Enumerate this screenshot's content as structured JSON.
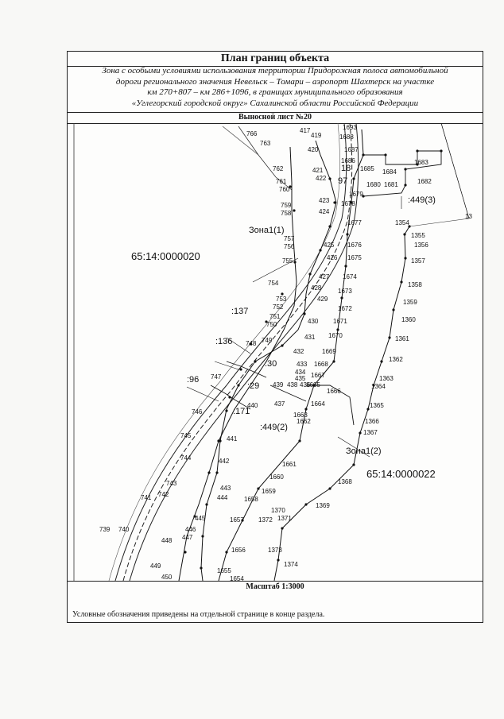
{
  "header": {
    "title": "План границ объекта",
    "description_lines": [
      "Зона с особыми условиями использования территории Придорожная полоса автомобильной",
      "дороги регионального значения Невельск – Томари – аэропорт Шахтерск на участке",
      "км 270+807 – км 286+1096, в границах муниципального образования",
      "«Углегорский городской округ» Сахалинской области Российской Федерации"
    ],
    "sheet": "Выносной лист №20"
  },
  "map": {
    "parcels": [
      "65:14:0000020",
      "65:14:0000022"
    ],
    "zones": [
      "Зона1(1)",
      "Зона1(2)"
    ],
    "sublots": [
      ":449(3)",
      ":449(2)",
      ":137",
      ":136",
      ":96",
      ":30",
      ":29",
      ":171",
      "18",
      "97",
      "13"
    ],
    "point_numbers": [
      "766",
      "763",
      "762",
      "761",
      "760",
      "759",
      "758",
      "757",
      "756",
      "755",
      "754",
      "753",
      "752",
      "751",
      "750",
      "749",
      "748",
      "747",
      "746",
      "745",
      "744",
      "743",
      "742",
      "741",
      "740",
      "739",
      "417",
      "419",
      "420",
      "421",
      "422",
      "423",
      "424",
      "425",
      "426",
      "427",
      "428",
      "429",
      "430",
      "431",
      "432",
      "433",
      "434",
      "435",
      "436",
      "437",
      "438",
      "439",
      "440",
      "441",
      "442",
      "443",
      "444",
      "445",
      "446",
      "447",
      "448",
      "449",
      "450",
      "1693",
      "1688",
      "1687",
      "1686",
      "1685",
      "1684",
      "1683",
      "1682",
      "1681",
      "1680",
      "1679",
      "1678",
      "1677",
      "1676",
      "1675",
      "1674",
      "1673",
      "1672",
      "1671",
      "1670",
      "1669",
      "1668",
      "1667",
      "1666",
      "1665",
      "1664",
      "1663",
      "1662",
      "1661",
      "1660",
      "1659",
      "1658",
      "1657",
      "1656",
      "1655",
      "1654",
      "1354",
      "1355",
      "1356",
      "1357",
      "1358",
      "1359",
      "1360",
      "1361",
      "1362",
      "1363",
      "1364",
      "1365",
      "1366",
      "1367",
      "1368",
      "1369",
      "1370",
      "1371",
      "1372",
      "1373",
      "1374"
    ]
  },
  "footer": {
    "scale": "Масштаб 1:3000",
    "legend_note": "Условные обозначения приведены на отдельной странице в конце раздела."
  }
}
